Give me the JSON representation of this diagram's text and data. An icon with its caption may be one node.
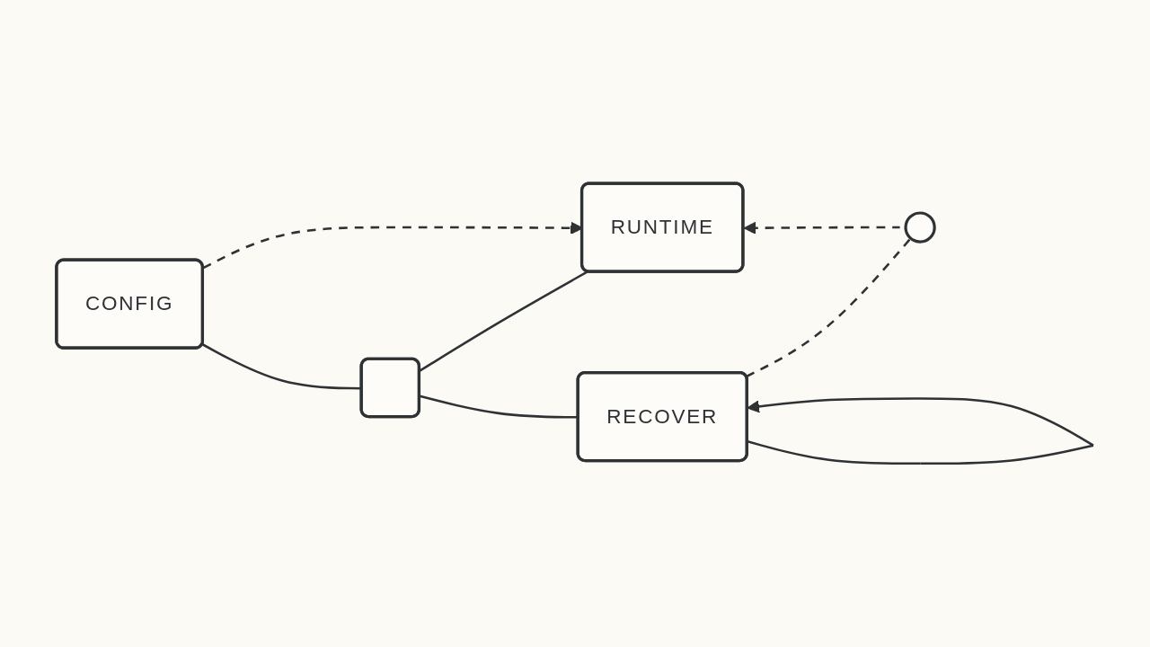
{
  "diagram": {
    "nodes": [
      {
        "text": [
          "CONFIG"
        ]
      },
      {
        "text": [],
        "shape": "box"
      },
      {
        "text": [
          "RECOVER"
        ]
      },
      {
        "text": [
          "RUNTIME"
        ]
      },
      {
        "text": [],
        "shape": "circle"
      }
    ],
    "edges": [
      {
        "from": 0,
        "to": 1,
        "arrow": "none"
      },
      {
        "from": 1,
        "to": 2,
        "arrow": "none"
      },
      {
        "from": 1,
        "to": 3,
        "arrow": "none"
      },
      {
        "from": 2,
        "to": 2,
        "arrow": "to"
      },
      {
        "from": 2,
        "to": 4,
        "arrow": "none",
        "style": "dashed"
      },
      {
        "from": 0,
        "to": 3,
        "arrow": "to",
        "style": "dashed"
      },
      {
        "from": 4,
        "to": 3,
        "arrow": "to",
        "style": "dashed"
      }
    ]
  }
}
